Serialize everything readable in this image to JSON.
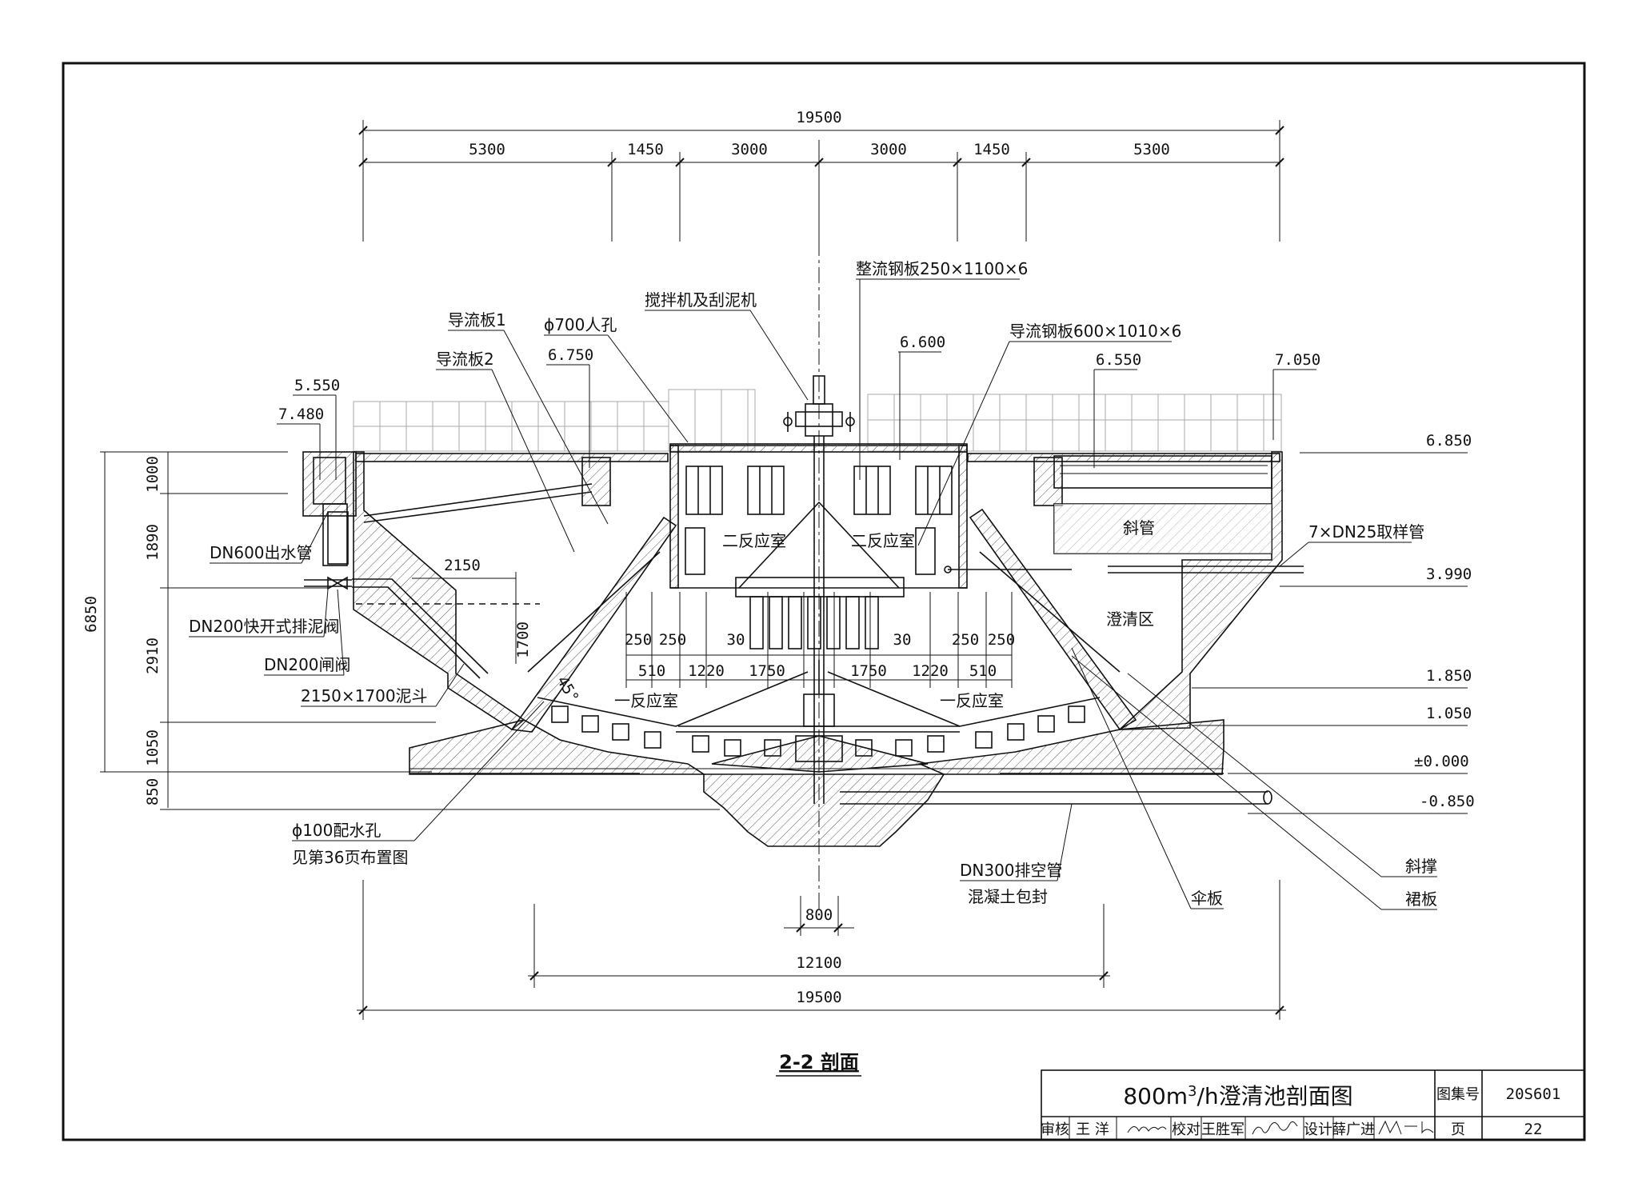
{
  "section_title": "2-2 剖面",
  "title_block": {
    "drawing_title_main": "800m",
    "drawing_title_sup": "3",
    "drawing_title_rest": "/h澄清池剖面图",
    "atlas_label": "图集号",
    "atlas_no": "20S601",
    "review_label": "审核",
    "reviewer": "王 洋",
    "check_label": "校对",
    "checker": "王胜军",
    "design_label": "设计",
    "designer": "薛广进",
    "page_label": "页",
    "page_no": "22"
  },
  "dimensions_top": {
    "overall": "19500",
    "segments": [
      "5300",
      "1450",
      "3000",
      "3000",
      "1450",
      "5300"
    ]
  },
  "dimensions_bottom": {
    "center": "800",
    "inner": "12100",
    "overall": "19500"
  },
  "dimensions_left": [
    "1000",
    "1890",
    "2910",
    "1050",
    "850"
  ],
  "dimension_left_total": "6850",
  "dimensions_inner_row1": [
    "250",
    "250",
    "30",
    "30",
    "250",
    "250"
  ],
  "dimensions_inner_row2": [
    "510",
    "1220",
    "1750",
    "1750",
    "1220",
    "510"
  ],
  "mud_dims": {
    "width": "2150",
    "height": "1700",
    "angle": "45°"
  },
  "elevations_left": [
    "5.550",
    "7.480",
    "6.750",
    "6.600",
    "6.550",
    "7.050"
  ],
  "elevations_right": [
    "6.850",
    "3.990",
    "1.850",
    "1.050",
    "±0.000",
    "-0.850"
  ],
  "labels": {
    "guide_plate_1": "导流板1",
    "guide_plate_2": "导流板2",
    "manhole": "ϕ700人孔",
    "mixer": "搅拌机及刮泥机",
    "rect_plate": "整流钢板250×1100×6",
    "guide_steel_plate": "导流钢板600×1010×6",
    "outlet_pipe": "DN600出水管",
    "quick_valve": "DN200快开式排泥阀",
    "gate_valve": "DN200闸阀",
    "mud_hopper": "2150×1700泥斗",
    "second_reaction_left": "二反应室",
    "second_reaction_right": "二反应室",
    "first_reaction_left": "一反应室",
    "first_reaction_right": "一反应室",
    "inclined_tube": "斜管",
    "clear_zone": "澄清区",
    "sampling_pipe": "7×DN25取样管",
    "distribution_hole": "ϕ100配水孔",
    "see_page": "见第36页布置图",
    "drain_pipe": "DN300排空管",
    "concrete_encased": "混凝土包封",
    "umbrella_plate": "伞板",
    "brace": "斜撑",
    "skirt_plate": "裙板"
  }
}
